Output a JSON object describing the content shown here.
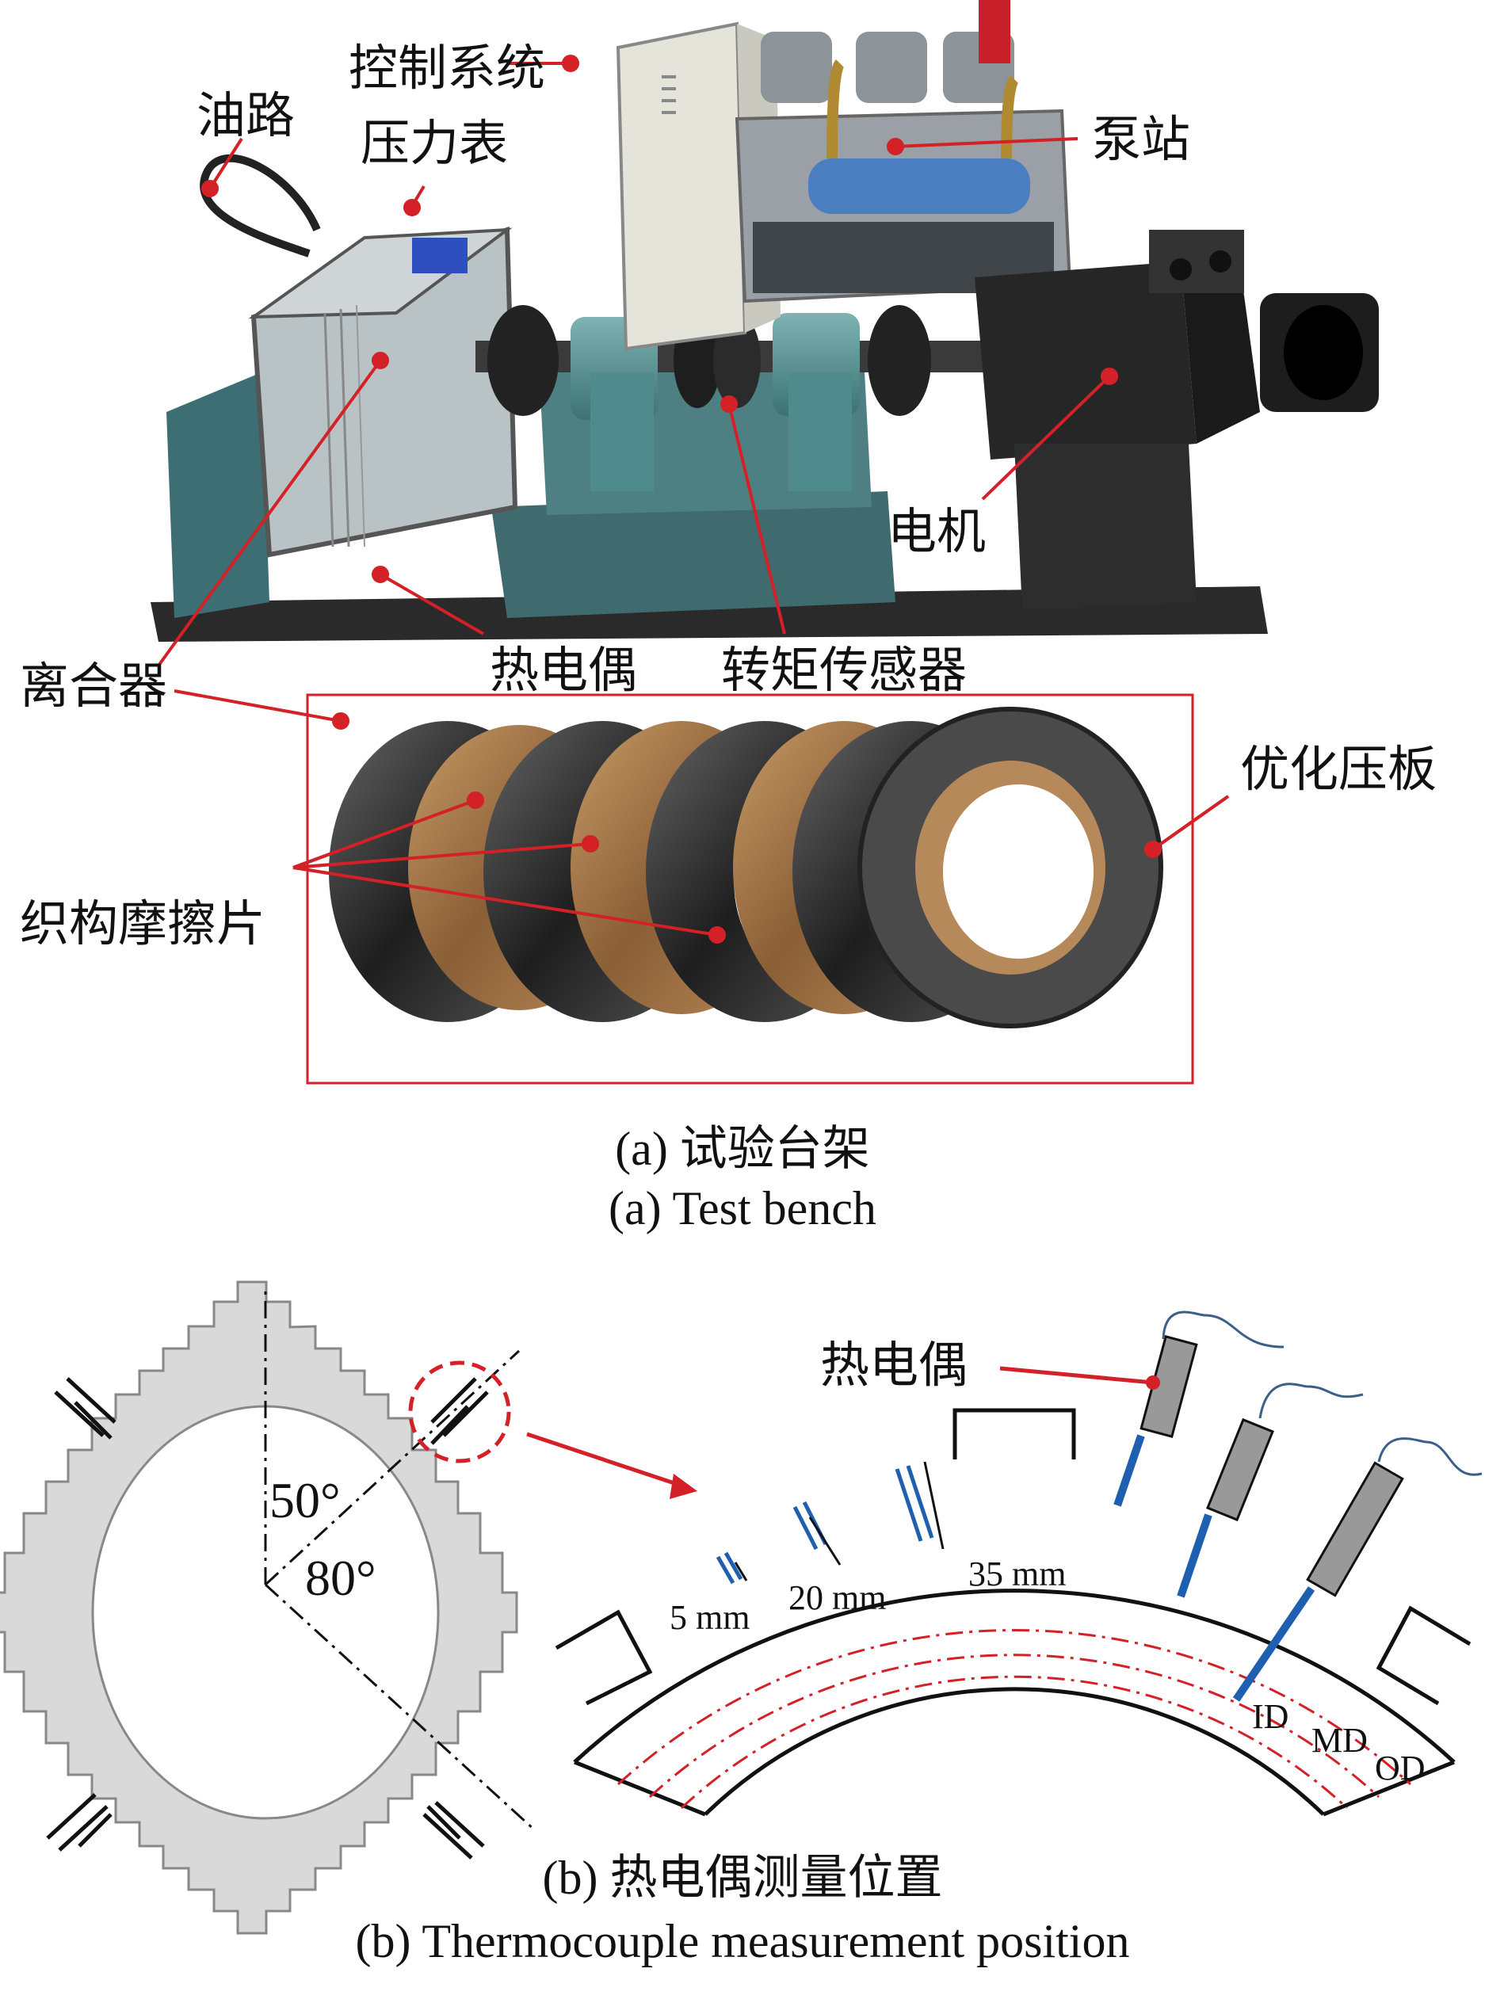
{
  "part_a": {
    "labels": {
      "oil_line": "油路",
      "control_system": "控制系统",
      "pressure_gauge": "压力表",
      "pump_station": "泵站",
      "motor": "电机",
      "clutch": "离合器",
      "thermocouple": "热电偶",
      "torque_sensor": "转矩传感器",
      "optimized_plate": "优化压板",
      "textured_friction_disc": "织构摩擦片"
    },
    "caption_cn": "(a) 试验台架",
    "caption_en": "(a) Test bench"
  },
  "part_b": {
    "angles": {
      "a1": "50°",
      "a2": "80°"
    },
    "thermocouple_label": "热电偶",
    "dims": {
      "d1": "5 mm",
      "d2": "20 mm",
      "d3": "35 mm"
    },
    "radii": {
      "id": "ID",
      "md": "MD",
      "od": "OD"
    },
    "caption_cn": "(b) 热电偶测量位置",
    "caption_en": "(b) Thermocouple measurement position"
  },
  "colors": {
    "callout_red": "#d42027",
    "disc_gray": "#d9d9d9",
    "steel": "#3a3a3a",
    "bronze": "#a87a4a",
    "probe_blue": "#1f5fb0",
    "wire_blue": "#3a5f8a"
  }
}
